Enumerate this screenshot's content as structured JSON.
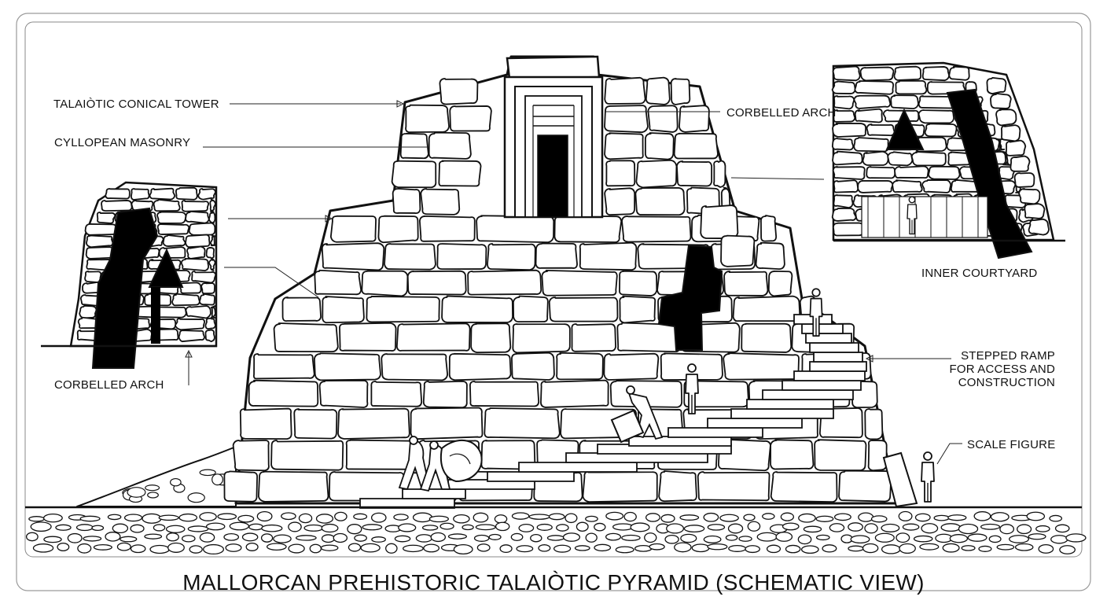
{
  "title": "MALLORCAN PREHISTORIC TALAIÒTIC PYRAMID (SCHEMATIC VIEW)",
  "labels": {
    "tower": "TALAIÒTIC CONICAL TOWER",
    "masonry": "CYLLOPEAN MASONRY",
    "corbelled_top": "CORBELLED ARCH",
    "corbelled_left": "CORBELLED ARCH",
    "courtyard": "INNER COURTYARD",
    "ramp_line1": "STEPPED RAMP",
    "ramp_line2": "FOR ACCESS AND",
    "ramp_line3": "CONSTRUCTION",
    "scale": "SCALE FIGURE"
  },
  "colors": {
    "ink": "#111111",
    "paper": "#ffffff",
    "stone": "#ffffff",
    "void": "#000000"
  },
  "icons": [
    "person-figure-icon",
    "boulder-icon"
  ]
}
